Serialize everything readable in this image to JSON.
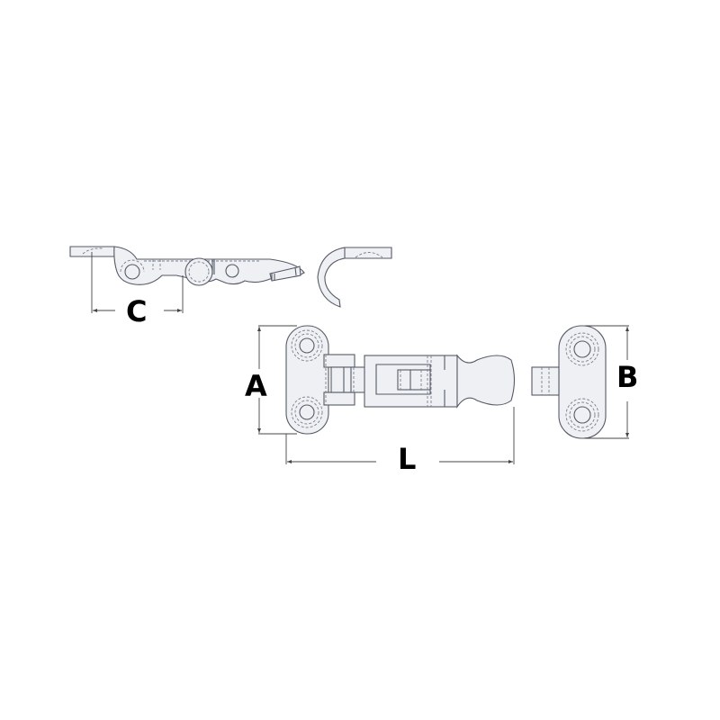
{
  "diagram": {
    "type": "technical-drawing",
    "subject": "hook latch / hasp with striker plate",
    "line_color": "#555a66",
    "dashed_color": "#7a7f8a",
    "fill_color": "#eef0f4",
    "views": [
      {
        "name": "side-view-hook",
        "description": "side profile of latch lever with pivot holes"
      },
      {
        "name": "side-view-catch",
        "description": "side profile of C-shaped catch"
      },
      {
        "name": "top-view-latch",
        "description": "top view of base plate with two mounting holes, hinge and handle"
      },
      {
        "name": "top-view-striker",
        "description": "top view of striker plate with two mounting holes and tab"
      }
    ],
    "dimensions": {
      "C": {
        "label": "C",
        "meaning": "offset between hook tip and pivot"
      },
      "A": {
        "label": "A",
        "meaning": "base plate height"
      },
      "L": {
        "label": "L",
        "meaning": "overall latch length"
      },
      "B": {
        "label": "B",
        "meaning": "striker plate height"
      }
    }
  }
}
